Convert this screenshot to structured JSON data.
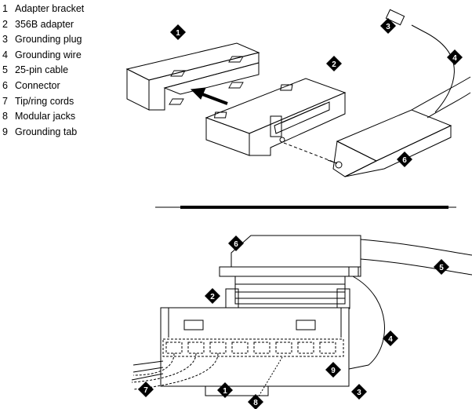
{
  "legend": [
    {
      "num": "1",
      "label": "Adapter bracket"
    },
    {
      "num": "2",
      "label": "356B adapter"
    },
    {
      "num": "3",
      "label": "Grounding plug"
    },
    {
      "num": "4",
      "label": "Grounding wire"
    },
    {
      "num": "5",
      "label": "25-pin cable"
    },
    {
      "num": "6",
      "label": "Connector"
    },
    {
      "num": "7",
      "label": "Tip/ring cords"
    },
    {
      "num": "8",
      "label": "Modular jacks"
    },
    {
      "num": "9",
      "label": "Grounding tab"
    }
  ],
  "callouts": {
    "top": {
      "c1": "1",
      "c2": "2",
      "c3": "3",
      "c4": "4",
      "c6": "6"
    },
    "bottom": {
      "c6": "6",
      "c5": "5",
      "c2": "2",
      "c4": "4",
      "c9": "9",
      "c3": "3",
      "c7": "7",
      "c1": "1",
      "c8": "8"
    }
  }
}
